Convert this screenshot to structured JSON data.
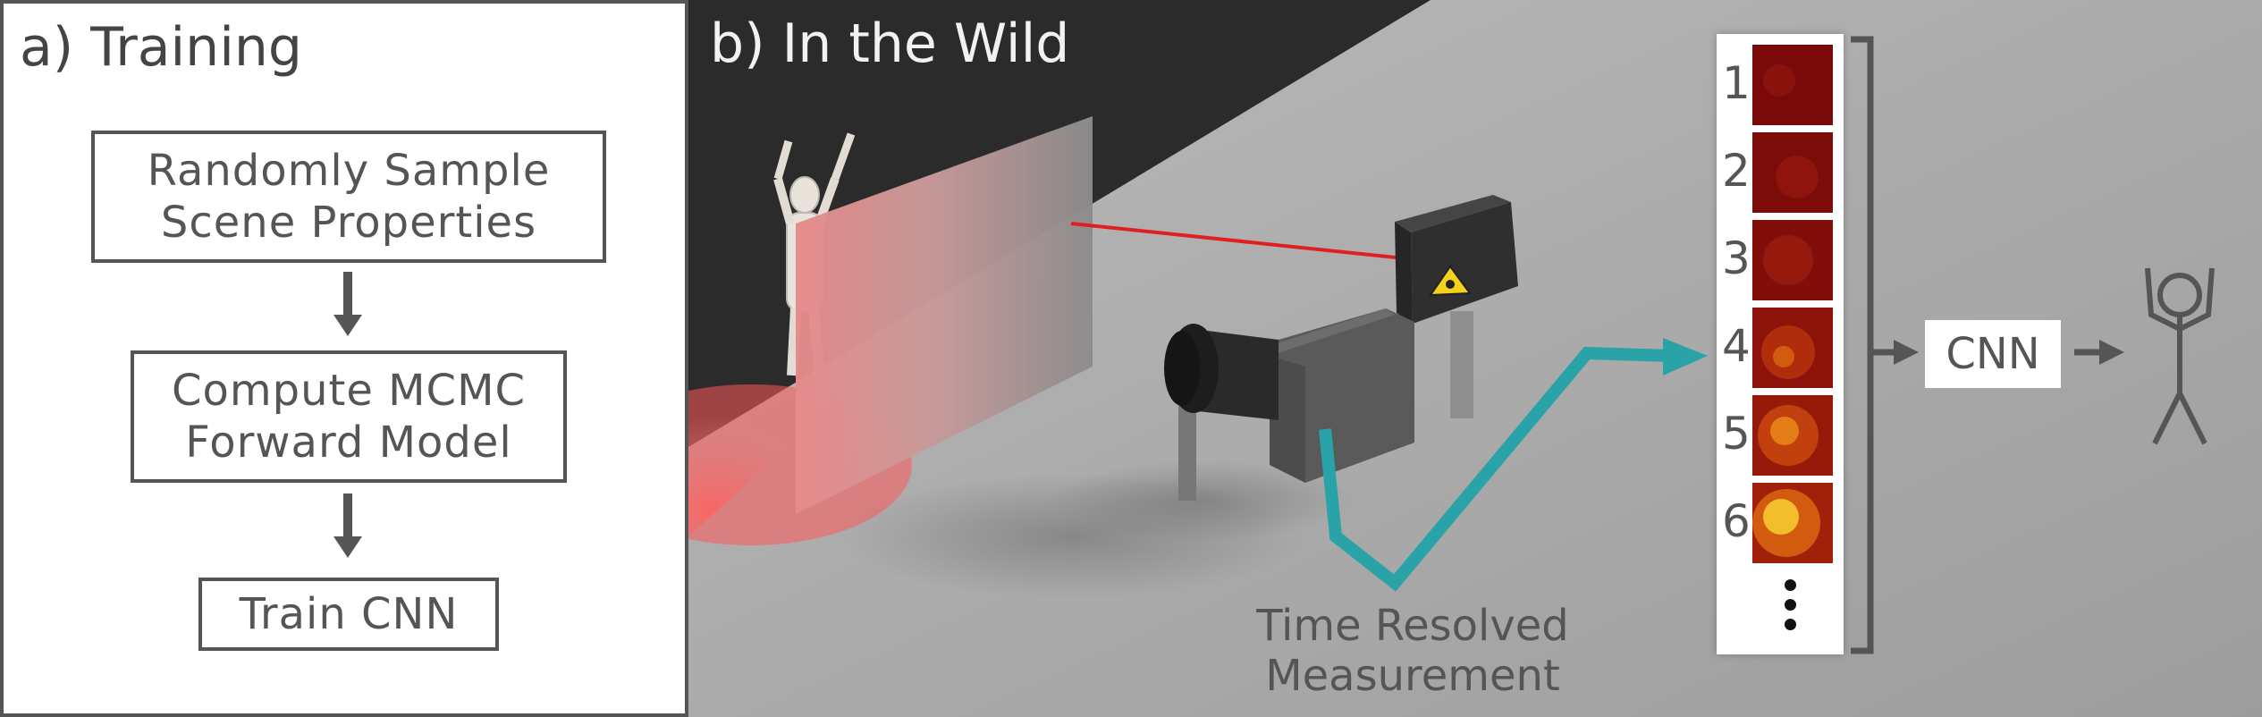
{
  "panel_a": {
    "title": "a) Training",
    "steps": [
      {
        "line1": "Randomly Sample",
        "line2": "Scene Properties"
      },
      {
        "line1": "Compute MCMC",
        "line2": "Forward Model"
      },
      {
        "line1": "Train CNN",
        "line2": ""
      }
    ]
  },
  "panel_b": {
    "title": "b) In the Wild",
    "frame_numbers": [
      "1",
      "2",
      "3",
      "4",
      "5",
      "6"
    ],
    "cnn_label": "CNN",
    "measurement_label_line1": "Time Resolved",
    "measurement_label_line2": "Measurement"
  },
  "colors": {
    "dark_backdrop": "#2a2a2a",
    "floor": "#a9a9a9",
    "laser": "#e02020",
    "measurement_arrow": "#2aa3a8",
    "box_border": "#555555"
  }
}
